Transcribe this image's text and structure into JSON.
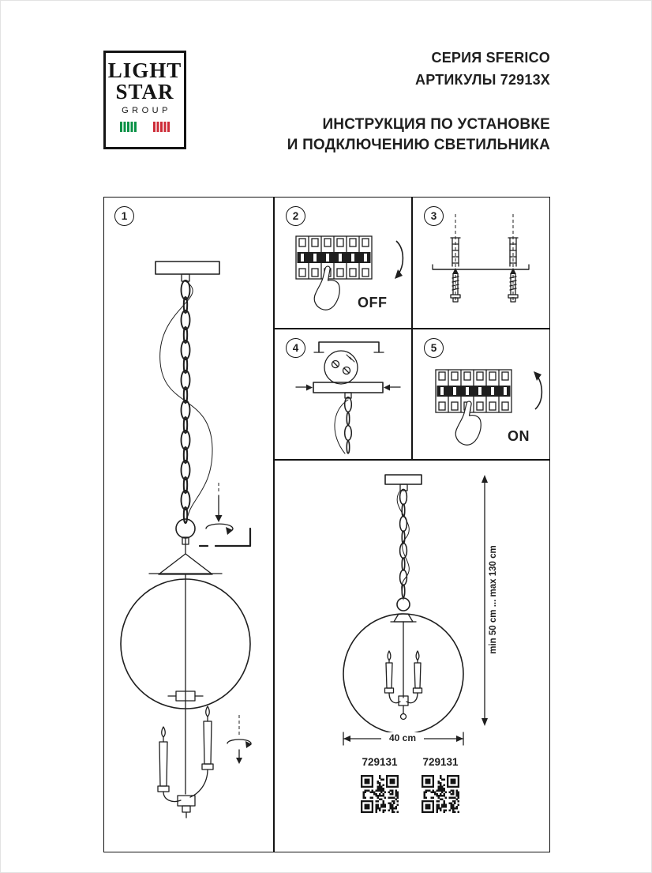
{
  "brand": {
    "name_line1": "LIGHT",
    "name_line2": "STAR",
    "name_line3": "GROUP"
  },
  "header": {
    "series": "СЕРИЯ SFERICO",
    "articles": "АРТИКУЛЫ 72913X",
    "title_line1": "ИНСТРУКЦИЯ ПО УСТАНОВКЕ",
    "title_line2": "И ПОДКЛЮЧЕНИЮ СВЕТИЛЬНИКА"
  },
  "steps": [
    {
      "number": "1"
    },
    {
      "number": "2",
      "label": "OFF"
    },
    {
      "number": "3"
    },
    {
      "number": "4"
    },
    {
      "number": "5",
      "label": "ON"
    }
  ],
  "result": {
    "height_range_label": "min 50 cm ... max 130 cm",
    "diameter_label": "40 cm",
    "products": [
      {
        "code": "729131"
      },
      {
        "code": "729131"
      }
    ]
  },
  "colors": {
    "ink": "#1f1f1f",
    "flag-green": "#0a9146",
    "flag-red": "#cd2b37"
  }
}
